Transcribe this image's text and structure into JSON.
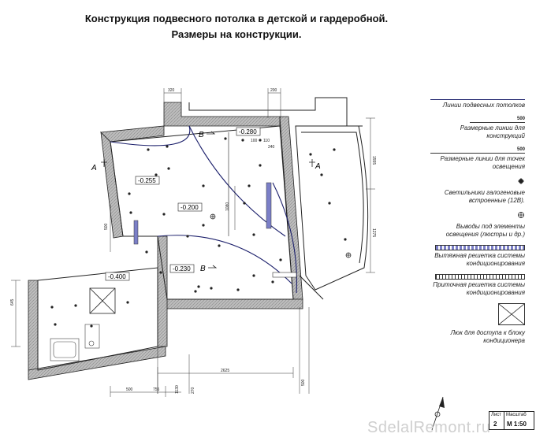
{
  "title": {
    "line1": "Конструкция подвесного потолка в детской и гардеробной.",
    "line2": "Размеры на конструкции."
  },
  "levels": {
    "l1": "-0.280",
    "l2": "-0.255",
    "l3": "-0.200",
    "l4": "-0.230",
    "l5": "-0.400"
  },
  "section_marks": {
    "a": "A",
    "b": "B"
  },
  "dims": {
    "d320": "320",
    "d200": "200",
    "d100": "100",
    "d110": "110",
    "d240": "240",
    "d1555": "1555",
    "d1275": "1275",
    "d1080": "1080",
    "d2625": "2625",
    "d500": "500",
    "d755": "755",
    "d1130": "1130",
    "d270": "270",
    "d645": "645",
    "d500b": "500",
    "d500c": "500"
  },
  "legend": {
    "lines_label": "Линии подвесных потолков",
    "dim500": "500",
    "dim_constr_label": "Размерные линии для конструкций",
    "dim500b": "500",
    "dim_points_label": "Размерные линии для точек освещения",
    "halogen_label": "Светильники галогеновые встроенные (12В).",
    "outlets_label": "Выводы под элементы освещения (люстры и др.)",
    "exhaust_label": "Вытяжная решетка системы кондиционирования",
    "supply_label": "Приточная решетка системы кондиционирования",
    "hatch_label": "Люк для доступа к блоку кондиционера"
  },
  "stamp": {
    "sheet_label": "Лист",
    "sheet_value": "2",
    "scale_label": "Масштаб",
    "scale_value": "М 1:50"
  },
  "watermark": "SdelalRemont.ru",
  "colors": {
    "line": "#222222",
    "curve": "#1b1f6b",
    "vent": "#7b7fc7"
  }
}
